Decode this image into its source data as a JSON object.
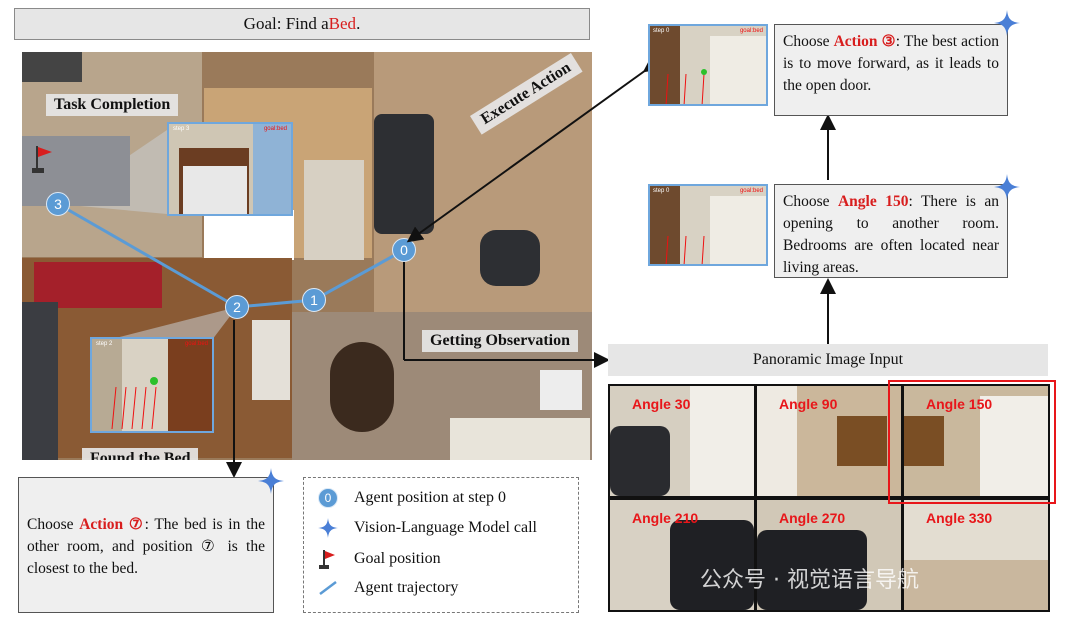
{
  "goal": {
    "prefix": "Goal: Find a ",
    "target": "Bed",
    "suffix": "."
  },
  "labels": {
    "task_completion": "Task Completion",
    "execute_action": "Execute Action",
    "getting_observation": "Getting Observation",
    "found_bed": "Found the Bed",
    "panoramic_input": "Panoramic Image Input"
  },
  "nodes": [
    "0",
    "1",
    "2",
    "3"
  ],
  "view_labels": {
    "step0": "step 0",
    "step2": "step 2",
    "step3": "step 3",
    "goal": "goal:bed"
  },
  "boxes": {
    "action3": {
      "pre": "Choose ",
      "key": "Action ③",
      "text": ": The best action is to move forward, as it leads to the open door."
    },
    "angle150": {
      "pre": "Choose ",
      "key": "Angle 150",
      "text": ": There is an opening to another room. Bedrooms are often located near living areas."
    },
    "action7": {
      "pre": "Choose ",
      "key": "Action ⑦",
      "text": ": The bed is in the other room, and position ⑦ is the closest to the bed."
    }
  },
  "legend": [
    {
      "icon": "agent-position-icon",
      "glyph": "0",
      "text": "Agent position at step 0"
    },
    {
      "icon": "vlm-star-icon",
      "text": "Vision-Language Model call"
    },
    {
      "icon": "goal-flag-icon",
      "text": "Goal position"
    },
    {
      "icon": "trajectory-line-icon",
      "text": "Agent trajectory"
    }
  ],
  "panorama": [
    "Angle 30",
    "Angle 90",
    "Angle 150",
    "Angle 210",
    "Angle 270",
    "Angle 330"
  ],
  "watermark": "公众号 · 视觉语言导航",
  "colors": {
    "node": "#5b9bd5",
    "highlight": "#d81e1e",
    "star": "#4a7fd6",
    "trajectory": "#5b9bd5"
  }
}
